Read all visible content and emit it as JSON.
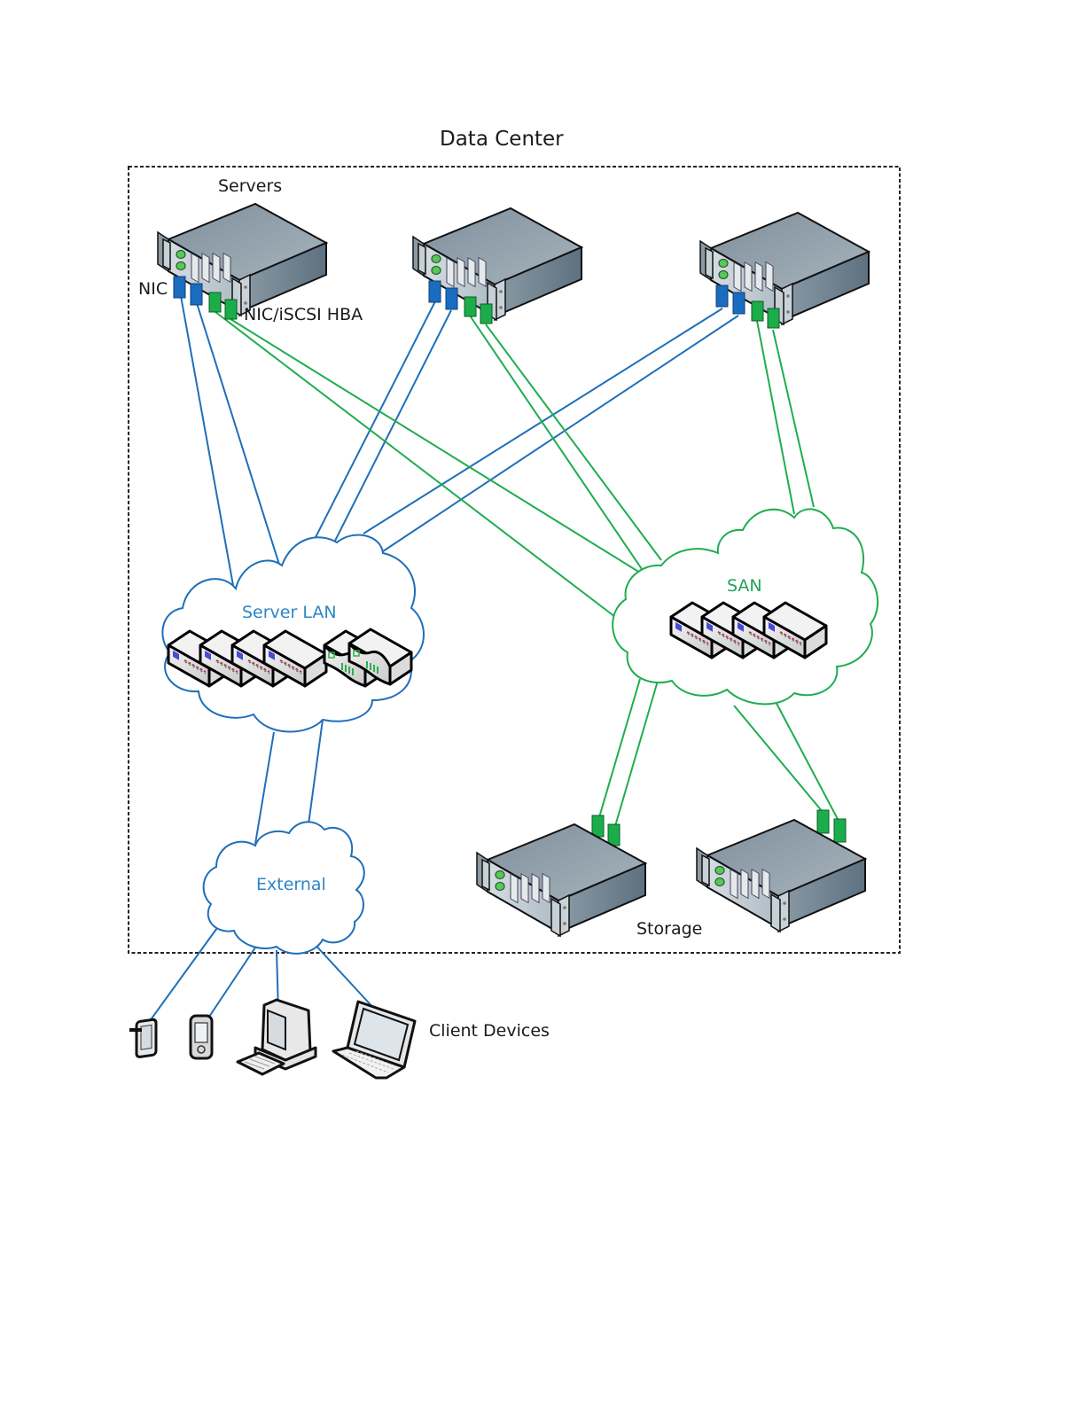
{
  "title": "Data Center",
  "labels": {
    "servers": "Servers",
    "nic": "NIC",
    "nic_iscsi_hba": "NIC/iSCSI HBA",
    "server_lan": "Server LAN",
    "san": "SAN",
    "external": "External",
    "storage": "Storage",
    "client_devices": "Client Devices"
  },
  "colors": {
    "lan_blue": "#1f6fb8",
    "san_green": "#1fad4f",
    "server_body": "#8a9aa6",
    "boundary": "#222222"
  },
  "nodes": {
    "servers": [
      "server-1",
      "server-2",
      "server-3"
    ],
    "storage": [
      "storage-1",
      "storage-2"
    ],
    "clients": [
      "tablet",
      "smartphone",
      "desktop-computer",
      "laptop"
    ],
    "networks": [
      "Server LAN",
      "SAN",
      "External"
    ]
  },
  "connections": [
    {
      "from": "server-1 NIC",
      "to": "Server LAN",
      "type": "lan",
      "count": 2
    },
    {
      "from": "server-2 NIC",
      "to": "Server LAN",
      "type": "lan",
      "count": 2
    },
    {
      "from": "server-3 NIC",
      "to": "Server LAN",
      "type": "lan",
      "count": 2
    },
    {
      "from": "server-1 HBA",
      "to": "SAN",
      "type": "san",
      "count": 2
    },
    {
      "from": "server-2 HBA",
      "to": "SAN",
      "type": "san",
      "count": 2
    },
    {
      "from": "server-3 HBA",
      "to": "SAN",
      "type": "san",
      "count": 2
    },
    {
      "from": "SAN",
      "to": "storage-1",
      "type": "san",
      "count": 2
    },
    {
      "from": "SAN",
      "to": "storage-2",
      "type": "san",
      "count": 2
    },
    {
      "from": "Server LAN",
      "to": "External",
      "type": "lan",
      "count": 2
    },
    {
      "from": "External",
      "to": "tablet",
      "type": "lan",
      "count": 1
    },
    {
      "from": "External",
      "to": "smartphone",
      "type": "lan",
      "count": 1
    },
    {
      "from": "External",
      "to": "desktop-computer",
      "type": "lan",
      "count": 1
    },
    {
      "from": "External",
      "to": "laptop",
      "type": "lan",
      "count": 1
    }
  ]
}
